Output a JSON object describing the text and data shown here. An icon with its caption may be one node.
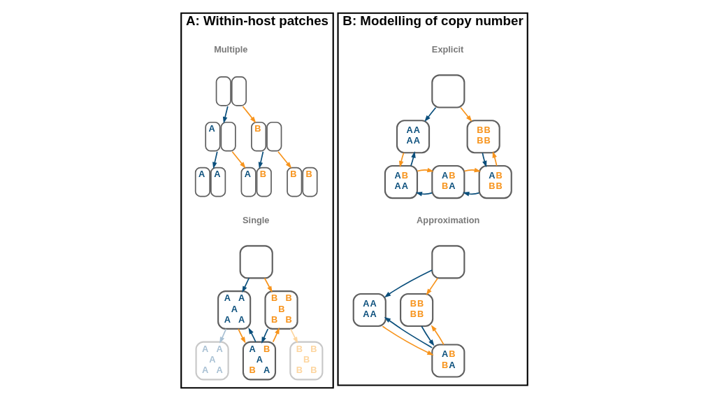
{
  "diagram": {
    "nodes": [
      {
        "text": [
          "A: Within-host patches"
        ]
      },
      {
        "text": [],
        "shape": "box",
        "in": 0
      },
      {
        "text": [
          "A"
        ],
        "in": 0
      },
      {
        "text": [
          "B"
        ],
        "in": 0
      },
      {
        "text": [
          "A",
          "A"
        ],
        "in": 0
      },
      {
        "text": [
          "A",
          "B"
        ],
        "in": 0
      },
      {
        "text": [
          "B",
          "B"
        ],
        "in": 0
      },
      {
        "text": [],
        "shape": "box",
        "in": 0
      },
      {
        "text": [
          "A",
          "A",
          "A",
          "A",
          "A"
        ],
        "in": 0
      },
      {
        "text": [
          "B",
          "B",
          "B",
          "B",
          "B"
        ],
        "in": 0
      },
      {
        "text": [
          "A",
          "B",
          "A",
          "B",
          "A"
        ],
        "in": 0
      },
      {
        "text": [
          "A",
          "A",
          "A",
          "A",
          "A"
        ],
        "in": 0
      },
      {
        "text": [
          "B",
          "B",
          "B",
          "B",
          "B"
        ],
        "in": 0
      },
      {
        "text": [
          "B: Modelling of copy number"
        ]
      },
      {
        "text": [],
        "shape": "box",
        "in": 13
      },
      {
        "text": [
          "A",
          "A",
          "A",
          "A"
        ],
        "in": 13
      },
      {
        "text": [
          "B",
          "B",
          "B",
          "B"
        ],
        "in": 13
      },
      {
        "text": [
          "A",
          "B",
          "A",
          "A"
        ],
        "in": 13
      },
      {
        "text": [
          "A",
          "B",
          "B",
          "A"
        ],
        "in": 13
      },
      {
        "text": [
          "A",
          "B",
          "B",
          "B"
        ],
        "in": 13
      },
      {
        "text": [],
        "shape": "box",
        "in": 13
      },
      {
        "text": [
          "A",
          "A",
          "A",
          "A"
        ],
        "in": 13
      },
      {
        "text": [
          "B",
          "B",
          "B",
          "B"
        ],
        "in": 13
      },
      {
        "text": [
          "A",
          "B",
          "B",
          "A"
        ],
        "in": 13
      }
    ],
    "edges": [
      {
        "from": 1,
        "to": 2,
        "arrow": "to",
        "color": "#0b4f7c"
      },
      {
        "from": 1,
        "to": 3,
        "arrow": "to",
        "color": "#f7941d"
      },
      {
        "from": 2,
        "to": 4,
        "arrow": "to",
        "color": "#0b4f7c"
      },
      {
        "from": 2,
        "to": 5,
        "arrow": "to",
        "color": "#f7941d"
      },
      {
        "from": 3,
        "to": 5,
        "arrow": "to",
        "color": "#0b4f7c"
      },
      {
        "from": 3,
        "to": 6,
        "arrow": "to",
        "color": "#f7941d"
      },
      {
        "from": 7,
        "to": 8,
        "arrow": "to",
        "color": "#0b4f7c"
      },
      {
        "from": 7,
        "to": 9,
        "arrow": "to",
        "color": "#f7941d"
      },
      {
        "from": 10,
        "to": 8,
        "arrow": "to",
        "color": "#0b4f7c"
      },
      {
        "from": 10,
        "to": 9,
        "arrow": "to",
        "color": "#f7941d"
      },
      {
        "from": 8,
        "to": 10,
        "arrow": "to",
        "color": "#f7941d"
      },
      {
        "from": 9,
        "to": 10,
        "arrow": "to",
        "color": "#0b4f7c"
      },
      {
        "from": 8,
        "to": 11,
        "arrow": "to",
        "color": "#a9c1d4"
      },
      {
        "from": 9,
        "to": 12,
        "arrow": "to",
        "color": "#fdd6a0"
      },
      {
        "from": 14,
        "to": 15,
        "arrow": "to",
        "color": "#0b4f7c"
      },
      {
        "from": 14,
        "to": 16,
        "arrow": "to",
        "color": "#f7941d"
      },
      {
        "from": 17,
        "to": 15,
        "arrow": "to",
        "color": "#0b4f7c"
      },
      {
        "from": 15,
        "to": 17,
        "arrow": "to",
        "color": "#f7941d"
      },
      {
        "from": 18,
        "to": 17,
        "arrow": "to",
        "color": "#0b4f7c"
      },
      {
        "from": 17,
        "to": 18,
        "arrow": "to",
        "color": "#f7941d"
      },
      {
        "from": 19,
        "to": 18,
        "arrow": "to",
        "color": "#0b4f7c"
      },
      {
        "from": 18,
        "to": 19,
        "arrow": "to",
        "color": "#f7941d"
      },
      {
        "from": 19,
        "to": 16,
        "arrow": "to",
        "color": "#f7941d"
      },
      {
        "from": 16,
        "to": 19,
        "arrow": "to",
        "color": "#0b4f7c"
      },
      {
        "from": 20,
        "to": 21,
        "arrow": "to",
        "color": "#0b4f7c"
      },
      {
        "from": 20,
        "to": 22,
        "arrow": "to",
        "color": "#f7941d"
      },
      {
        "from": 23,
        "to": 21,
        "arrow": "to",
        "color": "#0b4f7c"
      },
      {
        "from": 23,
        "to": 22,
        "arrow": "to",
        "color": "#f7941d"
      },
      {
        "from": 21,
        "to": 23,
        "arrow": "to",
        "color": "#f7941d"
      },
      {
        "from": 22,
        "to": 23,
        "arrow": "to",
        "color": "#0b4f7c"
      }
    ],
    "labels": [
      "Multiple",
      "Single",
      "Explicit",
      "Approximation"
    ]
  }
}
